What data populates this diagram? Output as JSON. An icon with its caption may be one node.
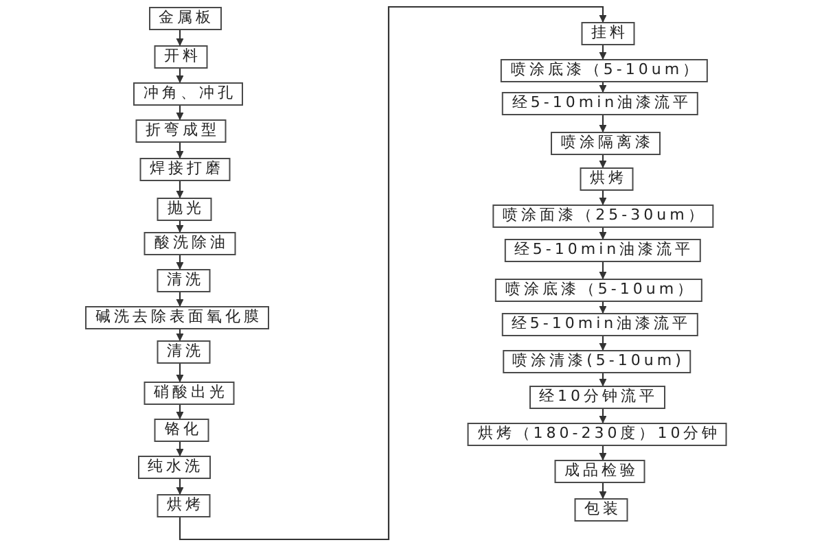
{
  "diagram": {
    "nodes": [
      {
        "text": [
          "金属板"
        ]
      },
      {
        "text": [
          "开料"
        ]
      },
      {
        "text": [
          "冲角、冲孔"
        ]
      },
      {
        "text": [
          "折弯成型"
        ]
      },
      {
        "text": [
          "焊接打磨"
        ]
      },
      {
        "text": [
          "抛光"
        ]
      },
      {
        "text": [
          "酸洗除油"
        ]
      },
      {
        "text": [
          "清洗"
        ]
      },
      {
        "text": [
          "碱洗去除表面氧化膜"
        ]
      },
      {
        "text": [
          "清洗"
        ]
      },
      {
        "text": [
          "硝酸出光"
        ]
      },
      {
        "text": [
          "铬化"
        ]
      },
      {
        "text": [
          "纯水洗"
        ]
      },
      {
        "text": [
          "烘烤"
        ]
      },
      {
        "text": [
          "挂料"
        ]
      },
      {
        "text": [
          "喷涂底漆（5-10um）"
        ]
      },
      {
        "text": [
          "经5-10min油漆流平"
        ]
      },
      {
        "text": [
          "喷涂隔离漆"
        ]
      },
      {
        "text": [
          "烘烤"
        ]
      },
      {
        "text": [
          "喷涂面漆（25-30um）"
        ]
      },
      {
        "text": [
          "经5-10min油漆流平"
        ]
      },
      {
        "text": [
          "喷涂底漆（5-10um）"
        ]
      },
      {
        "text": [
          "经5-10min油漆流平"
        ]
      },
      {
        "text": [
          "喷涂清漆(5-10um)"
        ]
      },
      {
        "text": [
          "经10分钟流平"
        ]
      },
      {
        "text": [
          "烘烤（180-230度）10分钟"
        ]
      },
      {
        "text": [
          "成品检验"
        ]
      },
      {
        "text": [
          "包装"
        ]
      }
    ],
    "edges": [
      {
        "from": 0,
        "to": 1,
        "arrow": "to"
      },
      {
        "from": 1,
        "to": 2,
        "arrow": "to"
      },
      {
        "from": 2,
        "to": 3,
        "arrow": "to"
      },
      {
        "from": 3,
        "to": 4,
        "arrow": "to"
      },
      {
        "from": 4,
        "to": 5,
        "arrow": "to"
      },
      {
        "from": 5,
        "to": 6,
        "arrow": "to"
      },
      {
        "from": 6,
        "to": 7,
        "arrow": "to"
      },
      {
        "from": 7,
        "to": 8,
        "arrow": "to"
      },
      {
        "from": 8,
        "to": 9,
        "arrow": "to"
      },
      {
        "from": 9,
        "to": 10,
        "arrow": "to"
      },
      {
        "from": 10,
        "to": 11,
        "arrow": "to"
      },
      {
        "from": 11,
        "to": 12,
        "arrow": "to"
      },
      {
        "from": 12,
        "to": 13,
        "arrow": "to"
      },
      {
        "from": 13,
        "to": 14,
        "arrow": "to"
      },
      {
        "from": 14,
        "to": 15,
        "arrow": "to"
      },
      {
        "from": 15,
        "to": 16,
        "arrow": "to"
      },
      {
        "from": 16,
        "to": 17,
        "arrow": "to"
      },
      {
        "from": 17,
        "to": 18,
        "arrow": "to"
      },
      {
        "from": 18,
        "to": 19,
        "arrow": "to"
      },
      {
        "from": 19,
        "to": 20,
        "arrow": "to"
      },
      {
        "from": 20,
        "to": 21,
        "arrow": "to"
      },
      {
        "from": 21,
        "to": 22,
        "arrow": "to"
      },
      {
        "from": 22,
        "to": 23,
        "arrow": "to"
      },
      {
        "from": 23,
        "to": 24,
        "arrow": "to"
      },
      {
        "from": 24,
        "to": 25,
        "arrow": "to"
      },
      {
        "from": 25,
        "to": 26,
        "arrow": "to"
      },
      {
        "from": 26,
        "to": 27,
        "arrow": "to"
      }
    ]
  }
}
